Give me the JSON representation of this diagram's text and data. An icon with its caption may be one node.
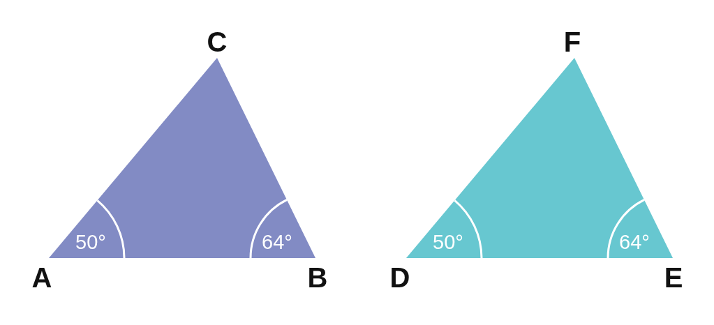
{
  "diagram": {
    "nodes": [
      {
        "text": [
          "50°",
          "64°"
        ]
      },
      {
        "text": [
          "50°",
          "64°"
        ]
      }
    ],
    "labels": [
      "C",
      "F",
      "A",
      "B",
      "D",
      "E"
    ]
  }
}
